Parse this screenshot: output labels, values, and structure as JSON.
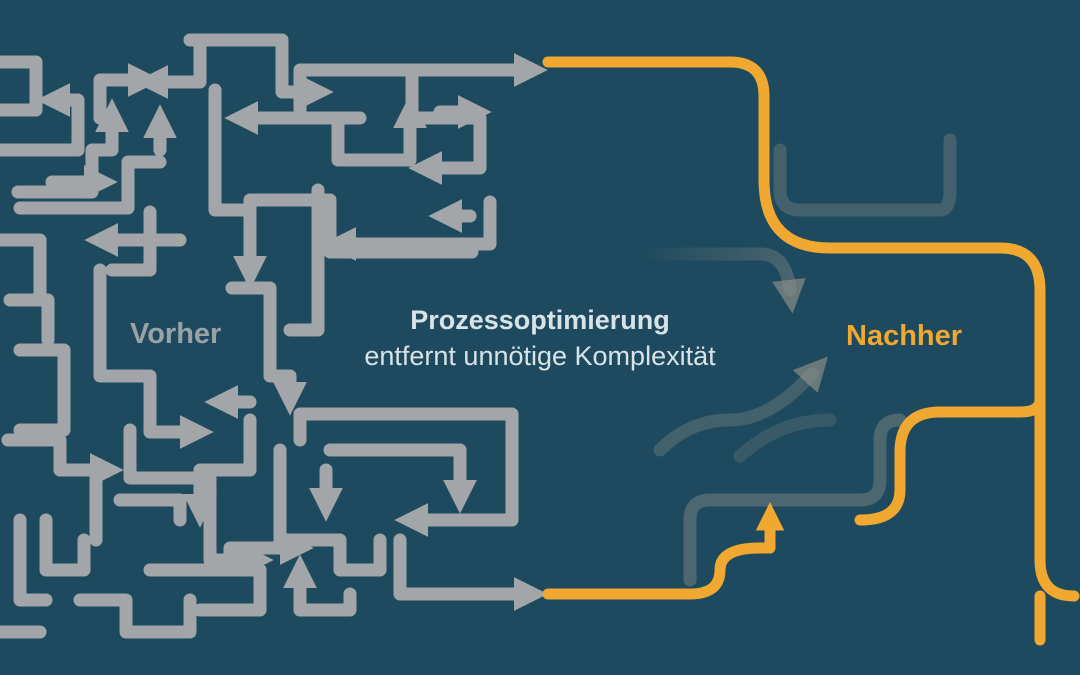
{
  "diagram": {
    "before_label": "Vorher",
    "after_label": "Nachher",
    "title": "Prozessoptimierung",
    "subtitle": "entfernt unnötige Komplexität"
  },
  "colors": {
    "background": "#1d4a5e",
    "maze": "#a3a6a8",
    "optimized": "#f0a830",
    "faded": "#8a8c88"
  }
}
